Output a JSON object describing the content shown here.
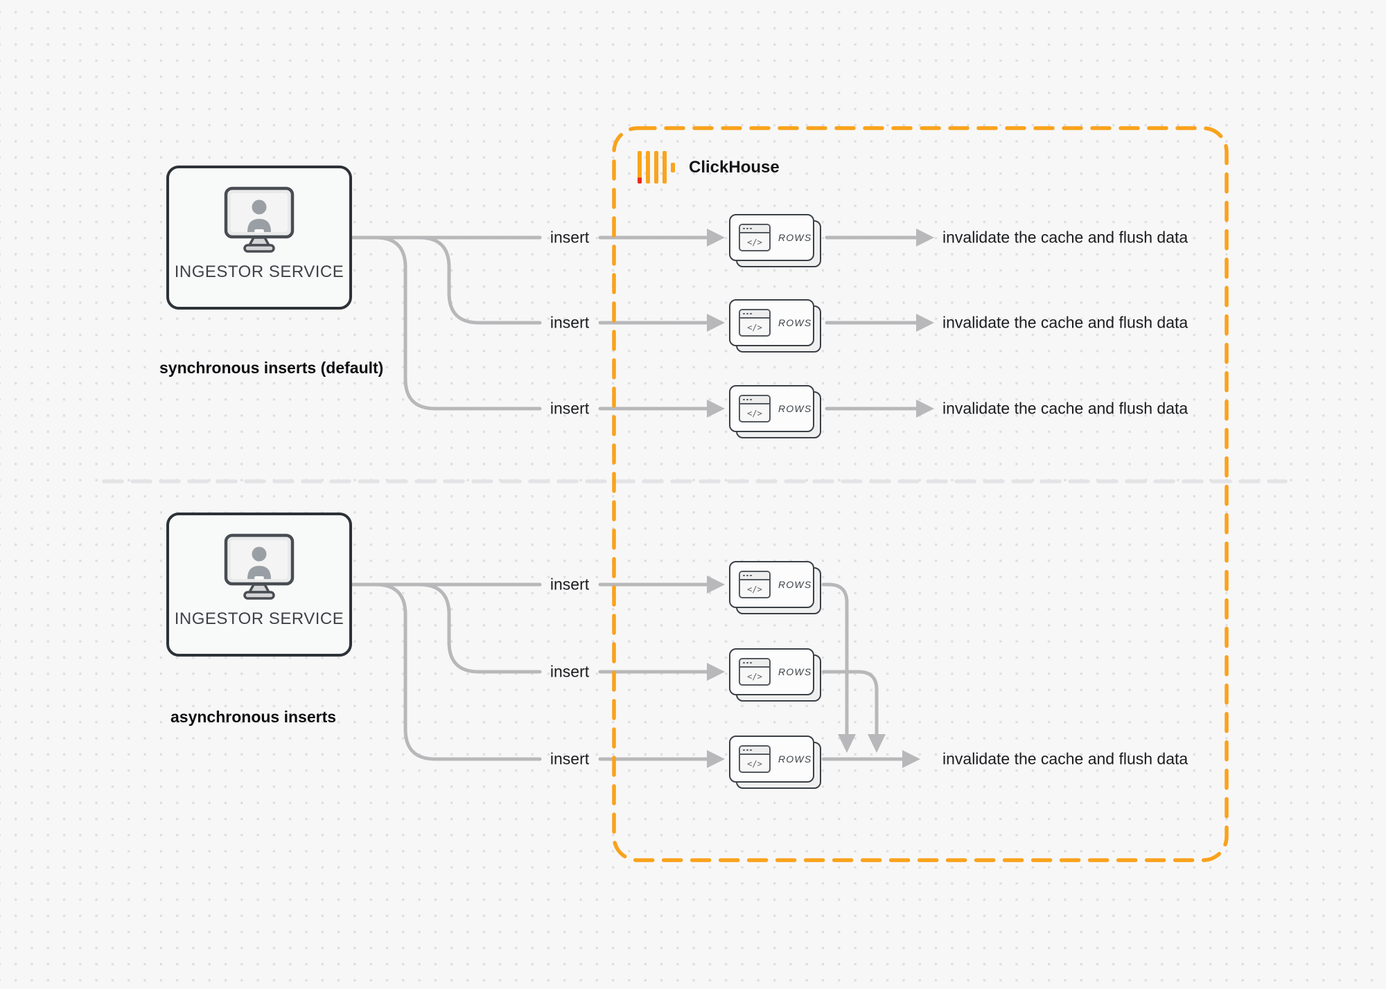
{
  "page": {
    "background": "#f7f7f8"
  },
  "colors": {
    "accent_orange": "#f9a21b",
    "logo_amber": "#faa41c",
    "logo_red": "#ee2721",
    "connector_gray": "#b8b8ba",
    "divider_gray": "#e4e4e6"
  },
  "clickhouse": {
    "name": "ClickHouse"
  },
  "sync": {
    "service_label": "INGESTOR SERVICE",
    "caption": "synchronous inserts (default)",
    "rows": [
      {
        "insert": "insert",
        "card_code": "</>",
        "card_label": "ROWS",
        "result": "invalidate the cache and flush data"
      },
      {
        "insert": "insert",
        "card_code": "</>",
        "card_label": "ROWS",
        "result": "invalidate the cache and flush data"
      },
      {
        "insert": "insert",
        "card_code": "</>",
        "card_label": "ROWS",
        "result": "invalidate the cache and flush data"
      }
    ]
  },
  "async": {
    "service_label": "INGESTOR SERVICE",
    "caption": "asynchronous inserts",
    "rows": [
      {
        "insert": "insert",
        "card_code": "</>",
        "card_label": "ROWS"
      },
      {
        "insert": "insert",
        "card_code": "</>",
        "card_label": "ROWS"
      },
      {
        "insert": "insert",
        "card_code": "</>",
        "card_label": "ROWS",
        "result": "invalidate the cache and flush data"
      }
    ]
  }
}
